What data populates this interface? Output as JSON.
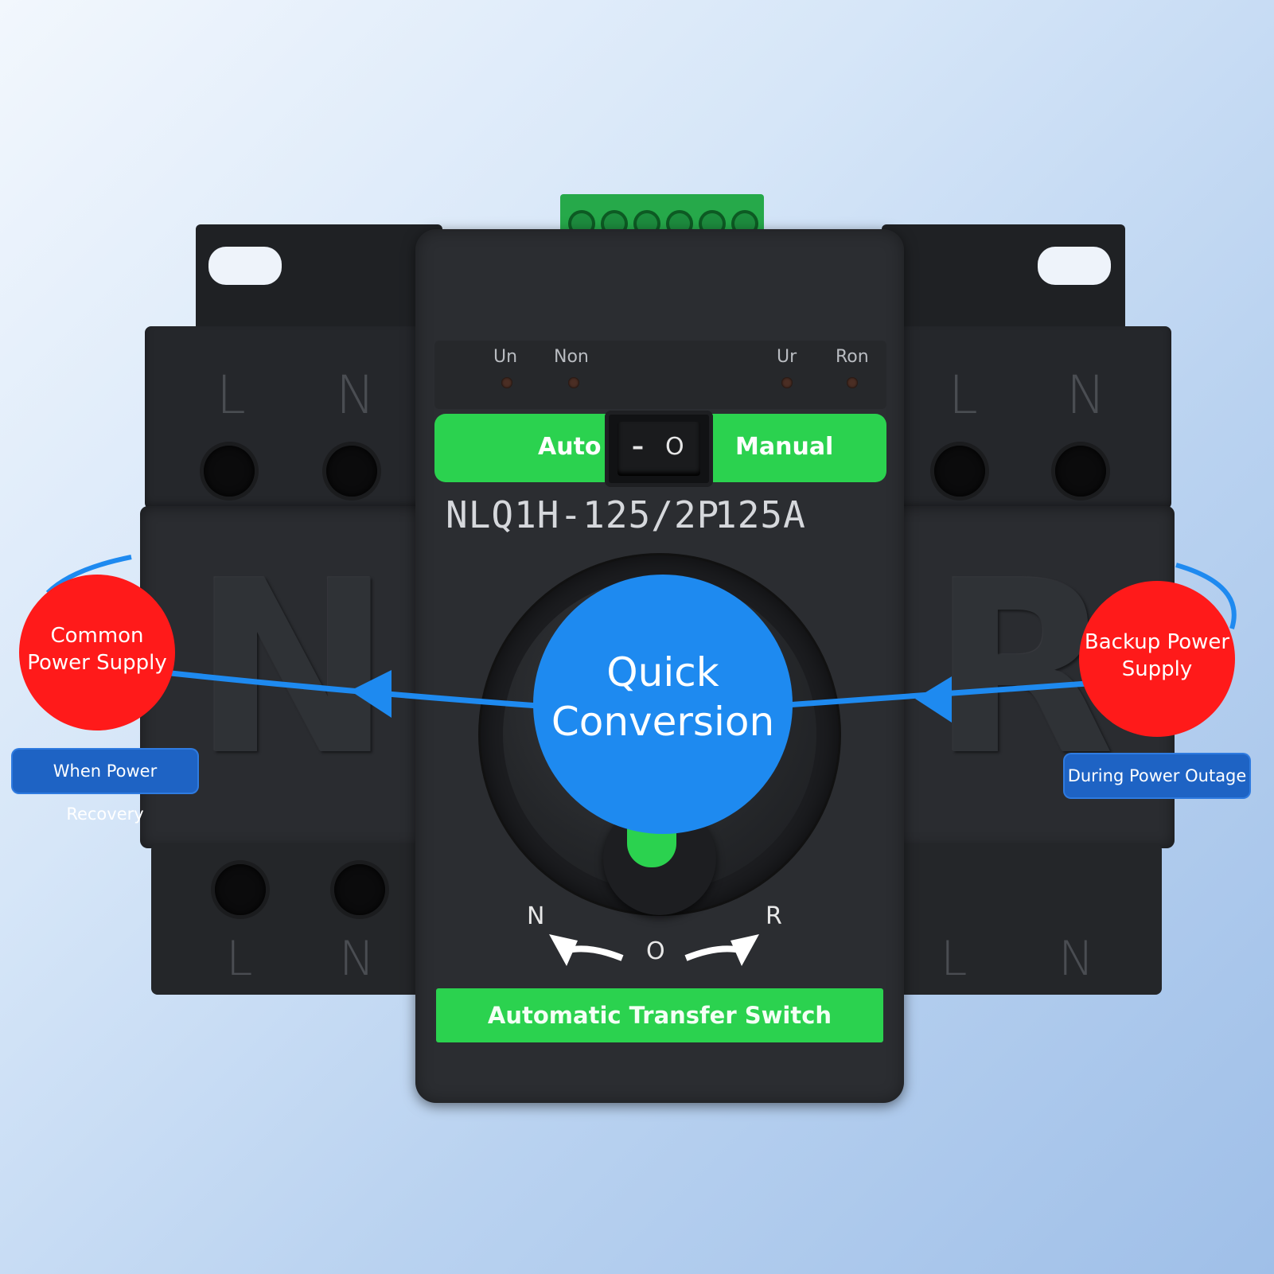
{
  "led_labels": [
    "Un",
    "Non",
    "Ur",
    "Ron"
  ],
  "mode_switch": {
    "auto": "Auto",
    "manual": "Manual",
    "symbol_off": "–",
    "symbol_on": "O"
  },
  "model_text": "NLQ1H-125/2P",
  "rating_text": "125A",
  "knob_positions": {
    "left": "N",
    "center": "O",
    "right": "R"
  },
  "footer_band": "Automatic Transfer Switch",
  "terminal_letters": {
    "top_left": [
      "L",
      "N"
    ],
    "top_right": [
      "L",
      "N"
    ],
    "bottom_left": [
      "L",
      "N"
    ],
    "bottom_right": [
      "L",
      "N"
    ]
  },
  "embossed": {
    "left": "N",
    "right": "R"
  },
  "callouts": {
    "center": {
      "line1": "Quick",
      "line2": "Conversion"
    },
    "left": {
      "line1": "Common",
      "line2": "Power Supply",
      "tag": "When Power Recovery"
    },
    "right": {
      "line1": "Backup Power",
      "line2": "Supply",
      "tag": "During Power Outage"
    }
  },
  "colors": {
    "accent_green": "#2bd24f",
    "bubble_blue": "#1e8af0",
    "bubble_red": "#ff1a1a",
    "device_black": "#26282b"
  }
}
